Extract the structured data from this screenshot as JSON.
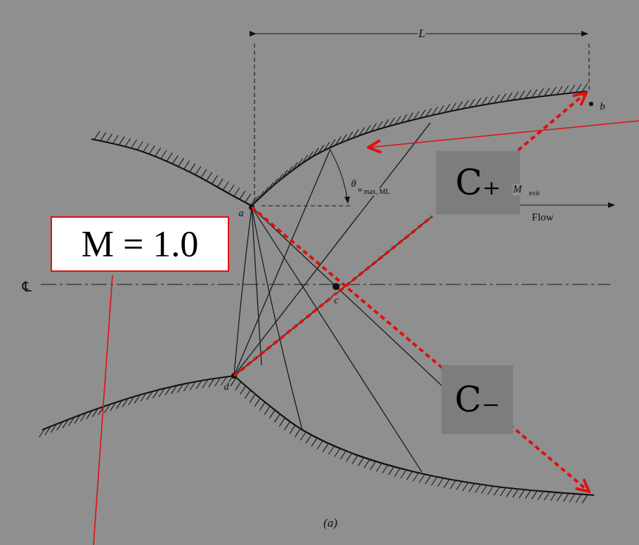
{
  "diagram": {
    "nodes": [
      {
        "text": [
          "M = 1.0"
        ]
      },
      {
        "text": [
          "C₊"
        ]
      },
      {
        "text": [
          "C₋"
        ]
      }
    ],
    "labels": [
      "L",
      "b",
      "θ",
      "w",
      "max, ML",
      "a",
      "d",
      "c",
      "M",
      "exit",
      "Flow",
      "℄",
      "(a)"
    ]
  }
}
